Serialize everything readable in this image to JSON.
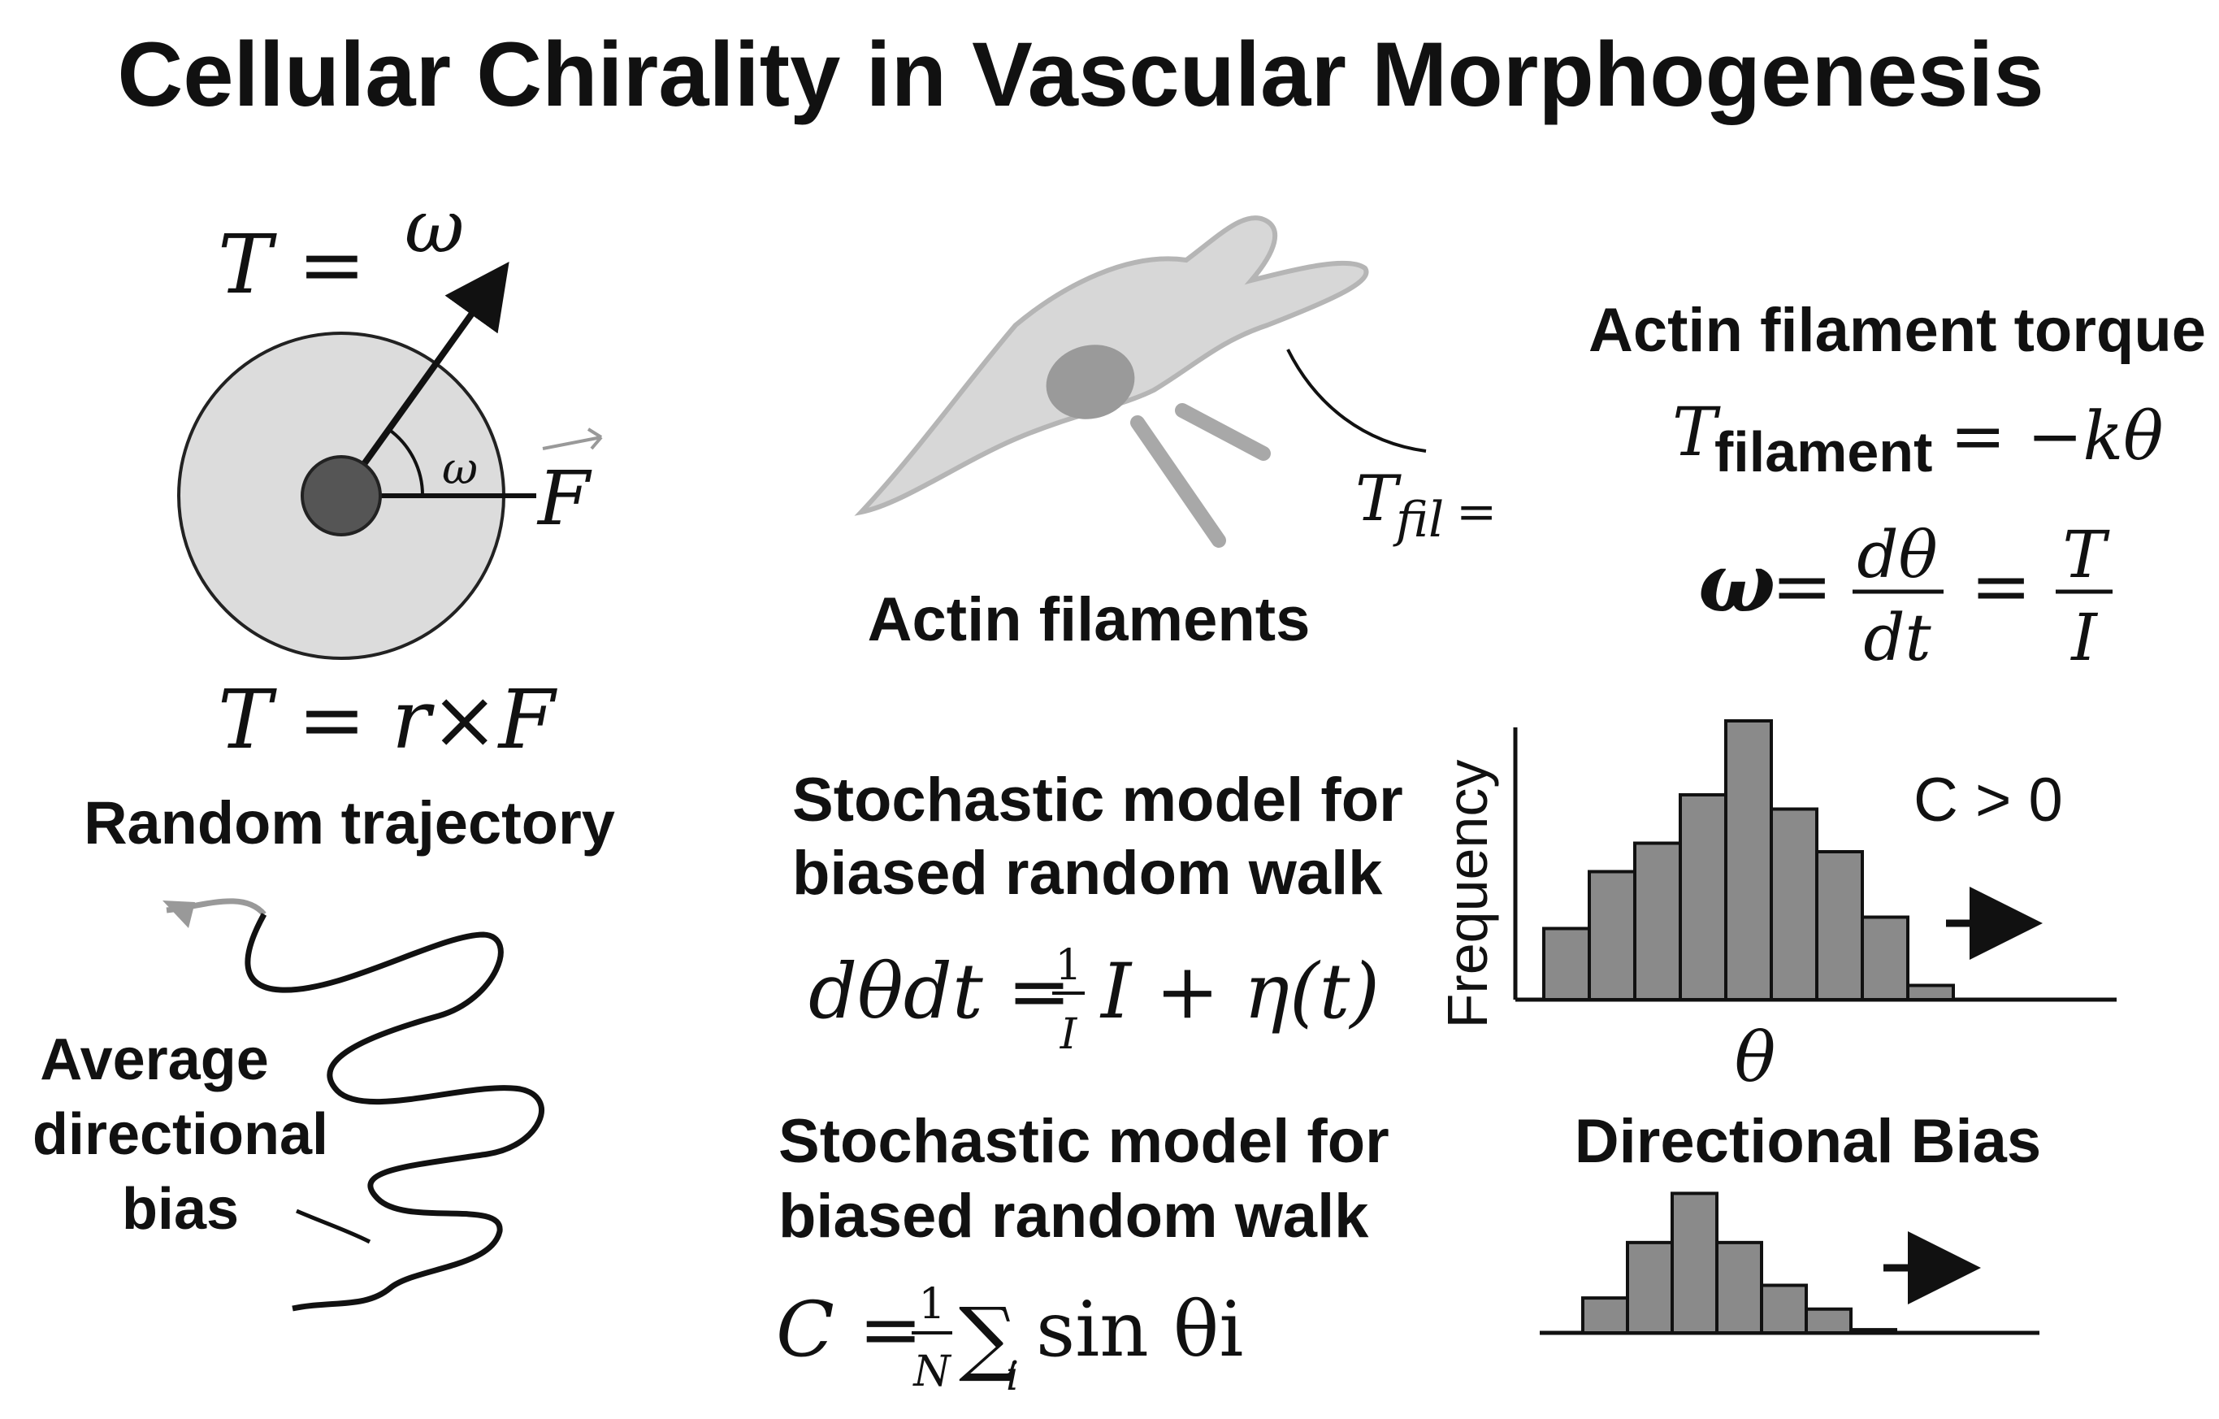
{
  "title": "Cellular Chirality in Vascular Morphogenesis",
  "torque_panel": {
    "eq_top_lhs": "T =",
    "eq_top_omega": "ω",
    "angle_label": "ω",
    "force_label": "F",
    "eq_bottom": "T = r×F"
  },
  "actin_panel": {
    "label": "Actin filaments",
    "t_fil_T": "T",
    "t_fil_sub": "fil",
    "t_fil_eq": "="
  },
  "torque_eq_panel": {
    "heading": "Actin filament torque",
    "t_symbol": "T",
    "t_sub": "filament",
    "t_rhs": "= −kθ",
    "omega": "ω",
    "eq1": "=",
    "dtheta": "dθ",
    "dt": "dt",
    "eq2": "=",
    "frac_T": "T",
    "frac_I": "I"
  },
  "trajectory_panel": {
    "heading": "Random trajectory",
    "bias_line1": "Average",
    "bias_line2": "directional",
    "bias_line3": "bias"
  },
  "model_panel_1": {
    "line1": "Stochastic model for",
    "line2": "biased random walk",
    "eq_lhs": "dθdt =",
    "frac_num": "1",
    "frac_den": "I",
    "eq_rhs": "I + η(t)"
  },
  "model_panel_2": {
    "line1": "Stochastic model for",
    "line2": "biased random walk",
    "eq_lhs": "C =",
    "frac_num": "1",
    "frac_den": "N",
    "sum": "∑",
    "sum_sub": "i",
    "eq_rhs": "sin θi"
  },
  "chart_data": [
    {
      "type": "bar",
      "ylabel": "Frequency",
      "xlabel": "θ",
      "annotation": "C > 0",
      "values": [
        2.5,
        4.5,
        5.5,
        7.2,
        9.8,
        6.7,
        5.2,
        2.9,
        0.5
      ],
      "ylim": [
        0,
        10
      ],
      "bar_color": "#8a8a8a"
    },
    {
      "type": "bar",
      "title": "Directional Bias",
      "values": [
        2.2,
        5.7,
        8.8,
        5.7,
        3.0,
        1.5,
        0.2
      ],
      "ylim": [
        0,
        10
      ],
      "bar_color": "#8a8a8a"
    }
  ],
  "colors": {
    "ink": "#111111",
    "disc_fill": "#dcdcdc",
    "hub_fill": "#555555",
    "cell_fill": "#d7d7d7",
    "cell_stroke": "#b5b5b5",
    "nucleus": "#9a9a9a",
    "bar_fill": "#8a8a8a"
  }
}
